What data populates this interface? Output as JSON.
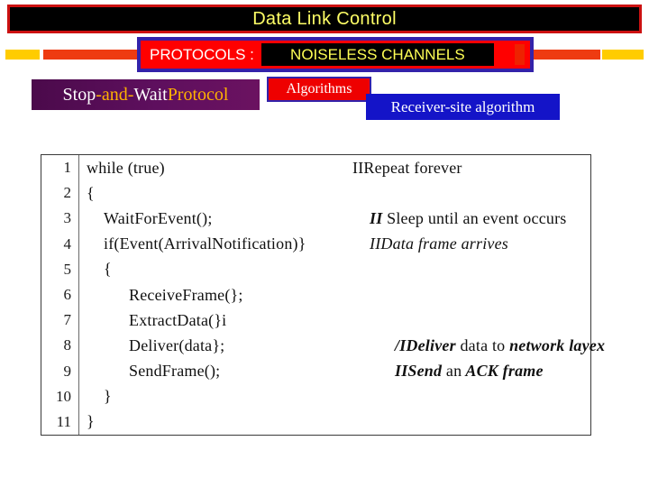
{
  "slide": {
    "title": "Data Link Control",
    "section_label": "PROTOCOLS :",
    "section_value": "NOISELESS CHANNELS",
    "topic_parts": {
      "p1": "Stop",
      "p2": "-and-",
      "p3": "Wait ",
      "p4": "Protocol"
    },
    "topic_full": "Stop-and-Wait Protocol",
    "subtopic": "Algorithms",
    "algorithm_name": "Receiver-site algorithm"
  },
  "colors": {
    "title_bg": "#000000",
    "title_border": "#cc1111",
    "title_text": "#ffff66",
    "protocols_bg": "#ff0000",
    "protocols_border": "#3322aa",
    "noiseless_bg": "#000000",
    "noiseless_text": "#ffff55",
    "topic_bg": "#5e0f5e",
    "topic_gold": "#ffb300",
    "subtopic_bg": "#ee0000",
    "algorithm_bg": "#1414c8",
    "rule_gold": "#ffcc00",
    "rule_orange": "#ee3b11"
  },
  "code": {
    "lines": [
      {
        "n": "1",
        "indent": 0,
        "stmt": "while (true)",
        "cmt": "IIRepeat  forever",
        "cmt_style": "plain"
      },
      {
        "n": "2",
        "indent": 0,
        "stmt": "{",
        "cmt": "",
        "cmt_style": "plain"
      },
      {
        "n": "3",
        "indent": 1,
        "stmt": "WaitForEvent();",
        "cmt": "II  Sleep until an event occurs",
        "cmt_style": "mixed"
      },
      {
        "n": "4",
        "indent": 1,
        "stmt": "if(Event(ArrivalNotification)}",
        "cmt": "IIData frame arrives",
        "cmt_style": "italic"
      },
      {
        "n": "5",
        "indent": 1,
        "stmt": "{",
        "cmt": "",
        "cmt_style": "plain"
      },
      {
        "n": "6",
        "indent": 2,
        "stmt": "ReceiveFrame(};",
        "cmt": "",
        "cmt_style": "plain"
      },
      {
        "n": "7",
        "indent": 2,
        "stmt": "ExtractData(}i",
        "cmt": "",
        "cmt_style": "plain"
      },
      {
        "n": "8",
        "indent": 2,
        "stmt": "Deliver(data};",
        "cmt": "/IDeliver data to network layex",
        "cmt_style": "mixed"
      },
      {
        "n": "9",
        "indent": 2,
        "stmt": "SendFrame();",
        "cmt": "IISend an ACK frame",
        "cmt_style": "mixed"
      },
      {
        "n": "10",
        "indent": 1,
        "stmt": "}",
        "cmt": "",
        "cmt_style": "plain"
      },
      {
        "n": "11",
        "indent": 0,
        "stmt": "}",
        "cmt": "",
        "cmt_style": "plain"
      }
    ]
  }
}
